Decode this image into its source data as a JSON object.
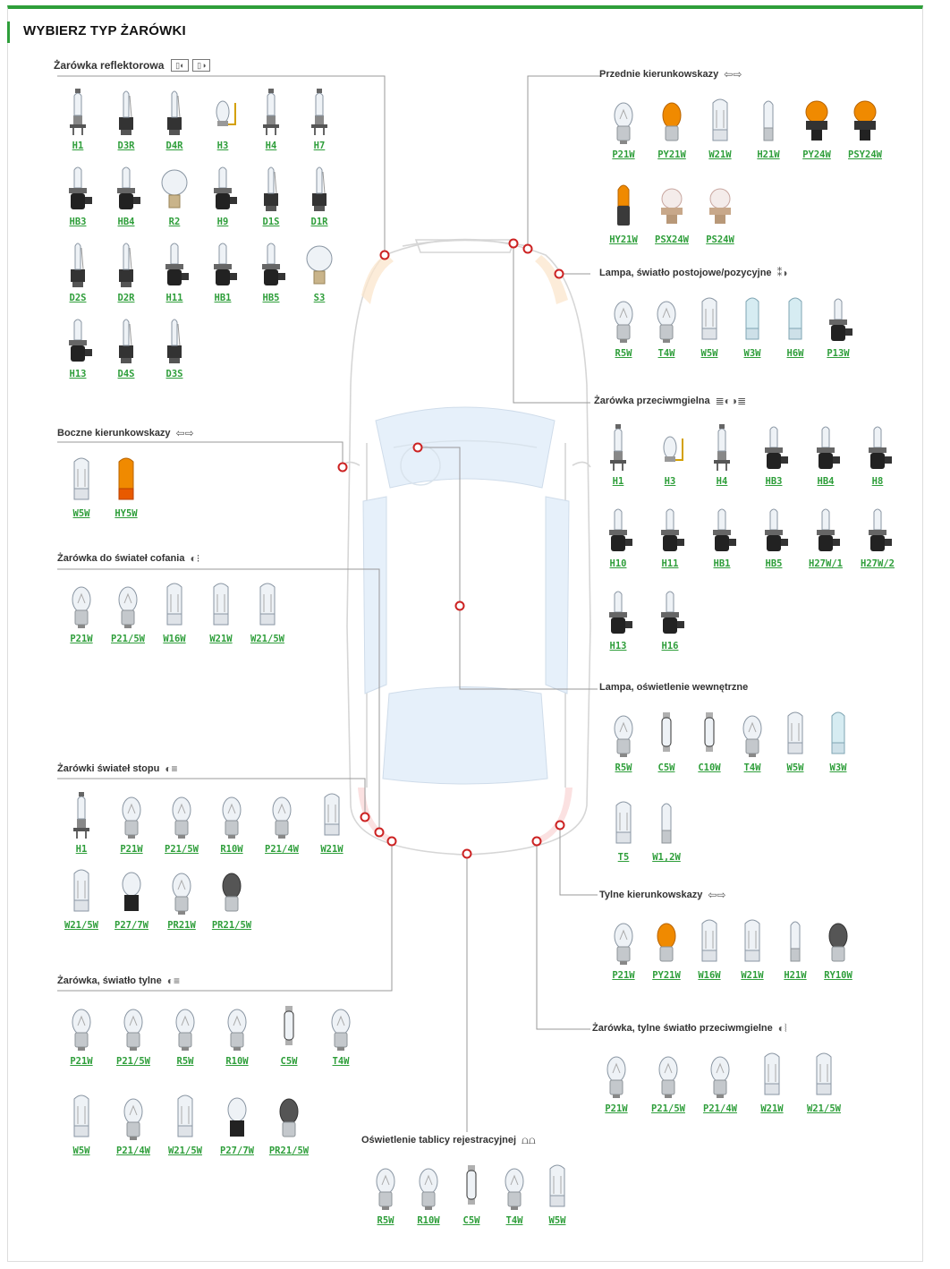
{
  "title": "WYBIERZ TYP ŻARÓWKI",
  "colors": {
    "accent": "#2e9e3a",
    "label": "#2e9e3a",
    "hotspot": "#cc2222",
    "amber": "#f08a00"
  },
  "icons": {
    "headlamp": [
      "headlamp-low-icon",
      "headlamp-high-icon"
    ],
    "turn": "turn-arrows-icon",
    "position": "position-light-icon",
    "fog": "fog-light-icon",
    "reverse": "reverse-light-icon",
    "stop": "stop-light-icon",
    "tail": "tail-light-icon",
    "rear_fog": "rear-fog-light-icon",
    "plate": "license-plate-light-icon"
  },
  "sections": {
    "headlight": {
      "title": "Żarówka reflektorowa",
      "bulbs": [
        {
          "label": "H1",
          "style": "halogen"
        },
        {
          "label": "D3R",
          "style": "xenon"
        },
        {
          "label": "D4R",
          "style": "xenon"
        },
        {
          "label": "H3",
          "style": "h3"
        },
        {
          "label": "H4",
          "style": "halogen"
        },
        {
          "label": "H7",
          "style": "halogen"
        },
        {
          "label": "HB3",
          "style": "hb"
        },
        {
          "label": "HB4",
          "style": "hb"
        },
        {
          "label": "R2",
          "style": "globe"
        },
        {
          "label": "H9",
          "style": "hb"
        },
        {
          "label": "D1S",
          "style": "xenon"
        },
        {
          "label": "D1R",
          "style": "xenon"
        },
        {
          "label": "D2S",
          "style": "xenon"
        },
        {
          "label": "D2R",
          "style": "xenon"
        },
        {
          "label": "H11",
          "style": "hb"
        },
        {
          "label": "HB1",
          "style": "hb"
        },
        {
          "label": "HB5",
          "style": "hb"
        },
        {
          "label": "S3",
          "style": "globe"
        },
        {
          "label": "H13",
          "style": "hb"
        },
        {
          "label": "D4S",
          "style": "xenon"
        },
        {
          "label": "D3S",
          "style": "xenon"
        }
      ]
    },
    "side_turn": {
      "title": "Boczne kierunkowskazy",
      "bulbs": [
        {
          "label": "W5W",
          "style": "wedge"
        },
        {
          "label": "HY5W",
          "style": "amberwedge"
        }
      ]
    },
    "reverse": {
      "title": "Żarówka do świateł cofania",
      "bulbs": [
        {
          "label": "P21W",
          "style": "ball"
        },
        {
          "label": "P21/5W",
          "style": "ball"
        },
        {
          "label": "W16W",
          "style": "wedge"
        },
        {
          "label": "W21W",
          "style": "wedge"
        },
        {
          "label": "W21/5W",
          "style": "wedge"
        }
      ]
    },
    "stop": {
      "title": "Żarówki świateł stopu",
      "bulbs": [
        {
          "label": "H1",
          "style": "halogen"
        },
        {
          "label": "P21W",
          "style": "ball"
        },
        {
          "label": "P21/5W",
          "style": "ball"
        },
        {
          "label": "R10W",
          "style": "ball"
        },
        {
          "label": "P21/4W",
          "style": "ball"
        },
        {
          "label": "W21W",
          "style": "wedge"
        },
        {
          "label": "W21/5W",
          "style": "wedge"
        },
        {
          "label": "P27/7W",
          "style": "blackbase"
        },
        {
          "label": "PR21W",
          "style": "ball"
        },
        {
          "label": "PR21/5W",
          "style": "darkball"
        }
      ]
    },
    "tail": {
      "title": "Żarówka, światło tylne",
      "bulbs": [
        {
          "label": "P21W",
          "style": "ball"
        },
        {
          "label": "P21/5W",
          "style": "ball"
        },
        {
          "label": "R5W",
          "style": "ball"
        },
        {
          "label": "R10W",
          "style": "ball"
        },
        {
          "label": "C5W",
          "style": "festoon"
        },
        {
          "label": "T4W",
          "style": "ball"
        },
        {
          "label": "W5W",
          "style": "wedge"
        },
        {
          "label": "P21/4W",
          "style": "ball"
        },
        {
          "label": "W21/5W",
          "style": "wedge"
        },
        {
          "label": "P27/7W",
          "style": "blackbase"
        },
        {
          "label": "PR21/5W",
          "style": "darkball"
        }
      ]
    },
    "plate": {
      "title": "Oświetlenie tablicy rejestracyjnej",
      "bulbs": [
        {
          "label": "R5W",
          "style": "ball"
        },
        {
          "label": "R10W",
          "style": "ball"
        },
        {
          "label": "C5W",
          "style": "festoon"
        },
        {
          "label": "T4W",
          "style": "ball"
        },
        {
          "label": "W5W",
          "style": "wedge"
        }
      ]
    },
    "front_turn": {
      "title": "Przednie kierunkowskazy",
      "bulbs": [
        {
          "label": "P21W",
          "style": "ball"
        },
        {
          "label": "PY21W",
          "style": "amberball"
        },
        {
          "label": "W21W",
          "style": "wedge"
        },
        {
          "label": "H21W",
          "style": "small"
        },
        {
          "label": "PY24W",
          "style": "amberpsx"
        },
        {
          "label": "PSY24W",
          "style": "amberpsx"
        },
        {
          "label": "HY21W",
          "style": "ambercyl"
        },
        {
          "label": "PSX24W",
          "style": "psx"
        },
        {
          "label": "PS24W",
          "style": "psx"
        }
      ]
    },
    "position": {
      "title": "Lampa, światło postojowe/pozycyjne",
      "bulbs": [
        {
          "label": "R5W",
          "style": "ball"
        },
        {
          "label": "T4W",
          "style": "ball"
        },
        {
          "label": "W5W",
          "style": "wedge"
        },
        {
          "label": "W3W",
          "style": "bluewedge"
        },
        {
          "label": "H6W",
          "style": "bluewedge"
        },
        {
          "label": "P13W",
          "style": "hb"
        }
      ]
    },
    "fog": {
      "title": "Żarówka przeciwmgielna",
      "bulbs": [
        {
          "label": "H1",
          "style": "halogen"
        },
        {
          "label": "H3",
          "style": "h3"
        },
        {
          "label": "H4",
          "style": "halogen"
        },
        {
          "label": "HB3",
          "style": "hb"
        },
        {
          "label": "HB4",
          "style": "hb"
        },
        {
          "label": "H8",
          "style": "hb"
        },
        {
          "label": "H10",
          "style": "hb"
        },
        {
          "label": "H11",
          "style": "hb"
        },
        {
          "label": "HB1",
          "style": "hb"
        },
        {
          "label": "HB5",
          "style": "hb"
        },
        {
          "label": "H27W/1",
          "style": "hb"
        },
        {
          "label": "H27W/2",
          "style": "hb"
        },
        {
          "label": "H13",
          "style": "hb"
        },
        {
          "label": "H16",
          "style": "hb"
        }
      ]
    },
    "interior": {
      "title": "Lampa, oświetlenie wewnętrzne",
      "bulbs": [
        {
          "label": "R5W",
          "style": "ball"
        },
        {
          "label": "C5W",
          "style": "festoon"
        },
        {
          "label": "C10W",
          "style": "festoon"
        },
        {
          "label": "T4W",
          "style": "ball"
        },
        {
          "label": "W5W",
          "style": "wedge"
        },
        {
          "label": "W3W",
          "style": "bluewedge"
        },
        {
          "label": "T5",
          "style": "wedge"
        },
        {
          "label": "W1,2W",
          "style": "small"
        }
      ]
    },
    "rear_turn": {
      "title": "Tylne kierunkowskazy",
      "bulbs": [
        {
          "label": "P21W",
          "style": "ball"
        },
        {
          "label": "PY21W",
          "style": "amberball"
        },
        {
          "label": "W16W",
          "style": "wedge"
        },
        {
          "label": "W21W",
          "style": "wedge"
        },
        {
          "label": "H21W",
          "style": "small"
        },
        {
          "label": "RY10W",
          "style": "darkball"
        }
      ]
    },
    "rear_fog": {
      "title": "Żarówka, tylne światło przeciwmgielne",
      "bulbs": [
        {
          "label": "P21W",
          "style": "ball"
        },
        {
          "label": "P21/5W",
          "style": "ball"
        },
        {
          "label": "P21/4W",
          "style": "ball"
        },
        {
          "label": "W21W",
          "style": "wedge"
        },
        {
          "label": "W21/5W",
          "style": "wedge"
        }
      ]
    }
  }
}
